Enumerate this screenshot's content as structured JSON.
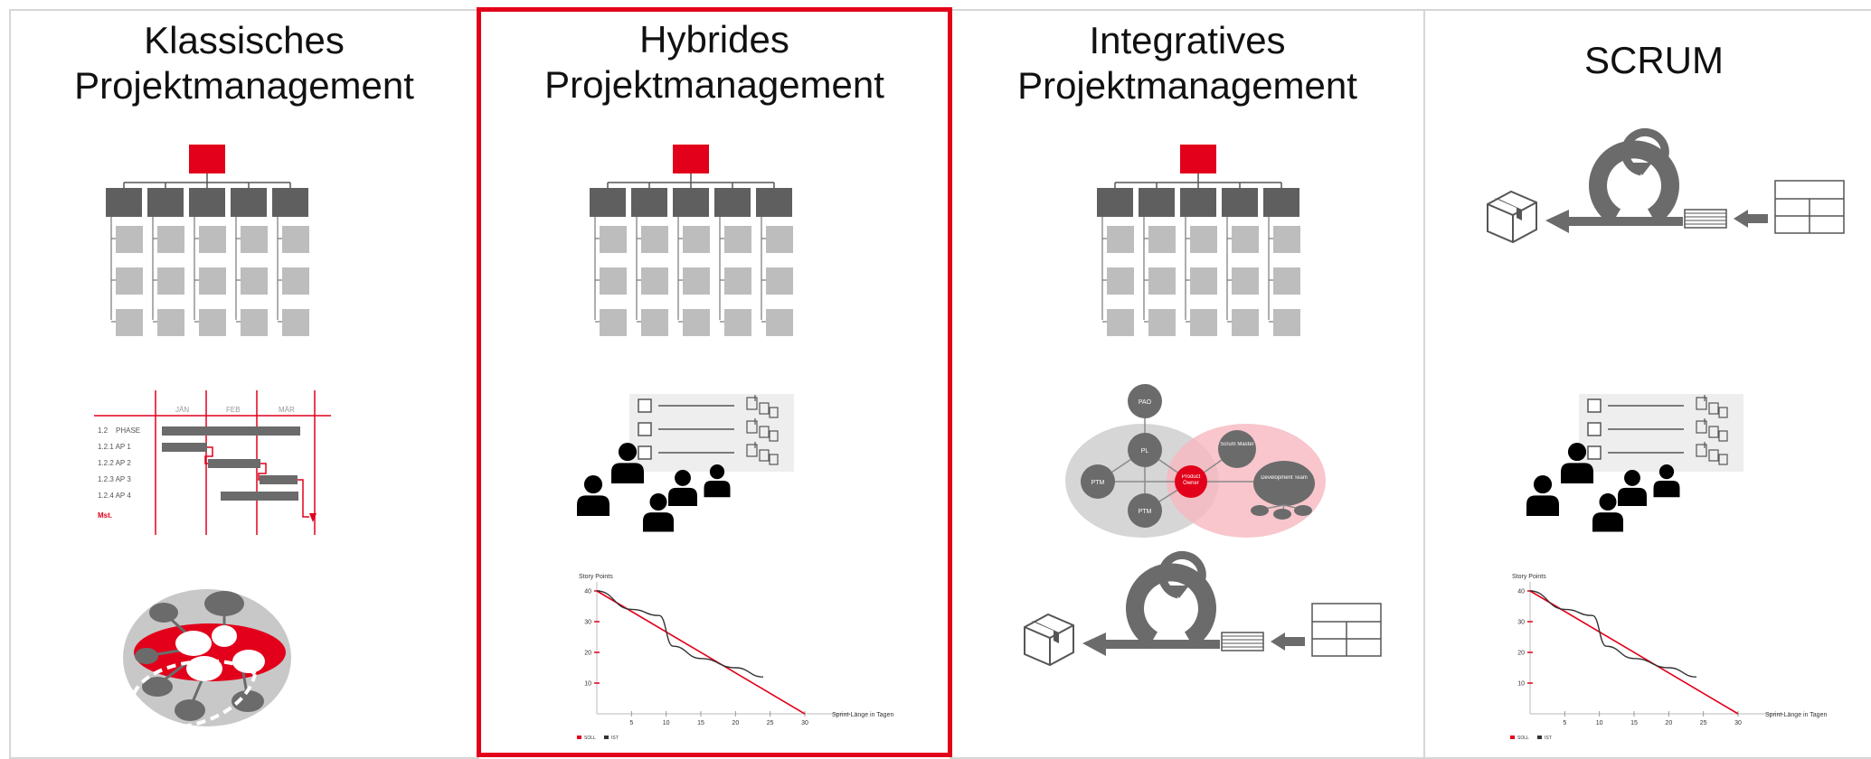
{
  "columns": [
    {
      "title_line1": "Klassisches",
      "title_line2": "Projektmanagement"
    },
    {
      "title_line1": "Hybrides",
      "title_line2": "Projektmanagement"
    },
    {
      "title_line1": "Integratives",
      "title_line2": "Projektmanagement"
    },
    {
      "title_line1": "",
      "title_line2": "SCRUM"
    }
  ],
  "colors": {
    "accent": "#e2001a",
    "dark_gray": "#5f5f5f",
    "light_gray": "#bdbdbd",
    "border": "#d6d6d6"
  },
  "gantt": {
    "months": [
      "JÄN",
      "FEB",
      "MÄR"
    ],
    "rows": [
      "1.2    PHASE",
      "1.2.1 AP 1",
      "1.2.2 AP 2",
      "1.2.3 AP 3",
      "1.2.4 AP 4",
      "Mst."
    ]
  },
  "team_diagram": {
    "pao": "PAO",
    "pl": "PL",
    "ptm": "PTM",
    "product_owner": "Product Owner",
    "scrum_master": "Scrum Master",
    "development_team": "Development Team"
  },
  "burndown": {
    "ylabel": "Story Points",
    "xlabel": "Sprint-Länge in Tagen",
    "legend_soll": "SOLL",
    "legend_ist": "IST"
  },
  "chart_data": {
    "type": "line",
    "title": "",
    "xlabel": "Sprint-Länge in Tagen",
    "ylabel": "Story Points",
    "xlim": [
      0,
      30
    ],
    "ylim": [
      0,
      40
    ],
    "x_ticks": [
      5,
      10,
      15,
      20,
      25,
      30
    ],
    "y_ticks": [
      10,
      20,
      30,
      40
    ],
    "series": [
      {
        "name": "SOLL",
        "color": "#e2001a",
        "x": [
          0,
          30
        ],
        "y": [
          40,
          0
        ]
      },
      {
        "name": "IST",
        "color": "#333333",
        "x": [
          0,
          5,
          9,
          11,
          15,
          20,
          24
        ],
        "y": [
          40,
          34,
          32,
          22,
          18,
          15,
          12
        ]
      }
    ]
  }
}
